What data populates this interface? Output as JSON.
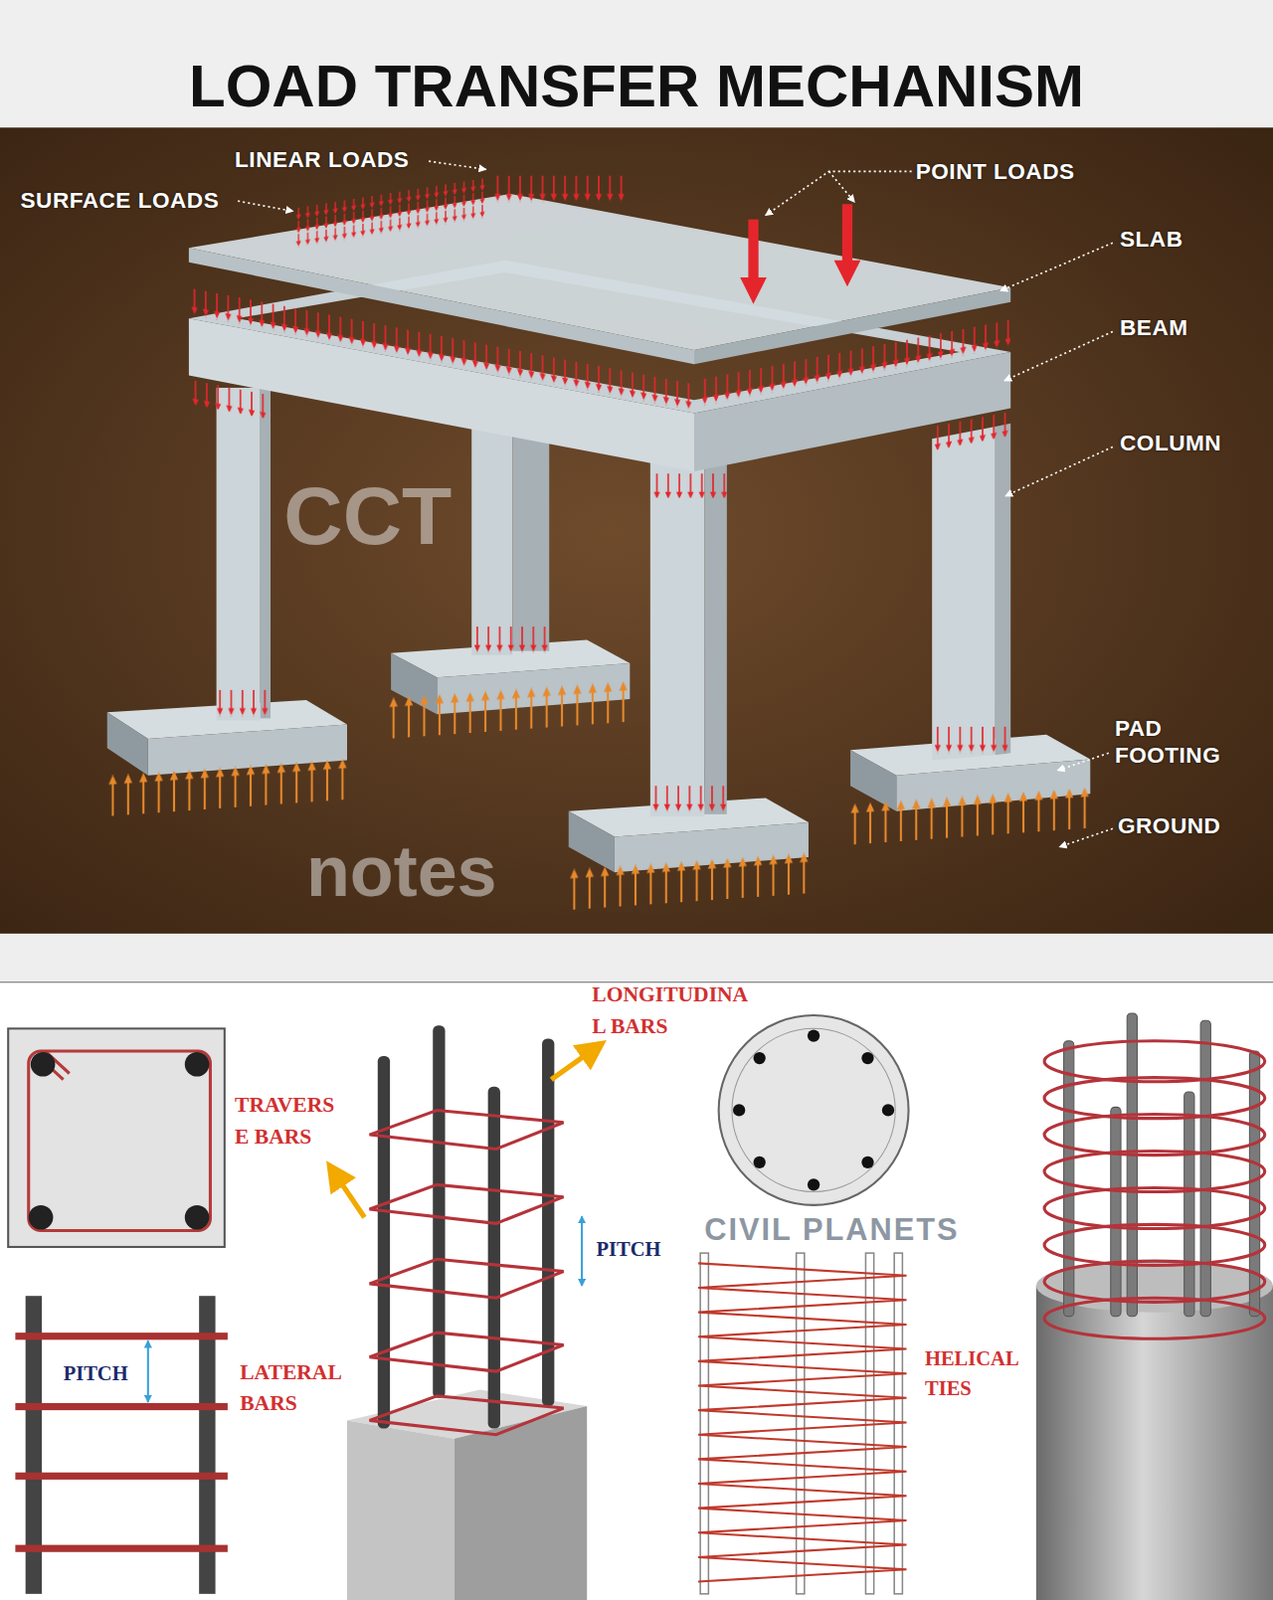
{
  "diagram": {
    "title": "LOAD TRANSFER MECHANISM",
    "labels": [
      "LINEAR LOADS",
      "SURFACE LOADS",
      "POINT LOADS",
      "SLAB",
      "BEAM",
      "COLUMN",
      "PAD FOOTING",
      "GROUND",
      "CCT",
      "notes",
      "LONGITUDINA L BARS",
      "TRAVERS E BARS",
      "PITCH",
      "PITCH",
      "LATERAL BARS",
      "HELICAL TIES",
      "CIVIL PLANETS"
    ]
  }
}
